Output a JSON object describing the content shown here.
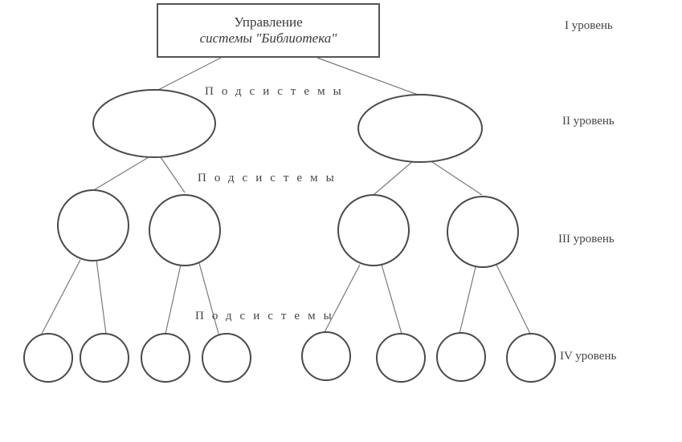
{
  "root": {
    "line1": "Управление",
    "line2": "системы \"Библиотека\""
  },
  "subsystems_label": "Подсистемы",
  "levels": [
    {
      "label": "I уровень"
    },
    {
      "label": "II уровень"
    },
    {
      "label": "III уровень"
    },
    {
      "label": "IV уровень"
    }
  ],
  "colors": {
    "line": "#6b6b6b",
    "node_stroke": "#4a4a4a",
    "text": "#3a3a3a"
  }
}
